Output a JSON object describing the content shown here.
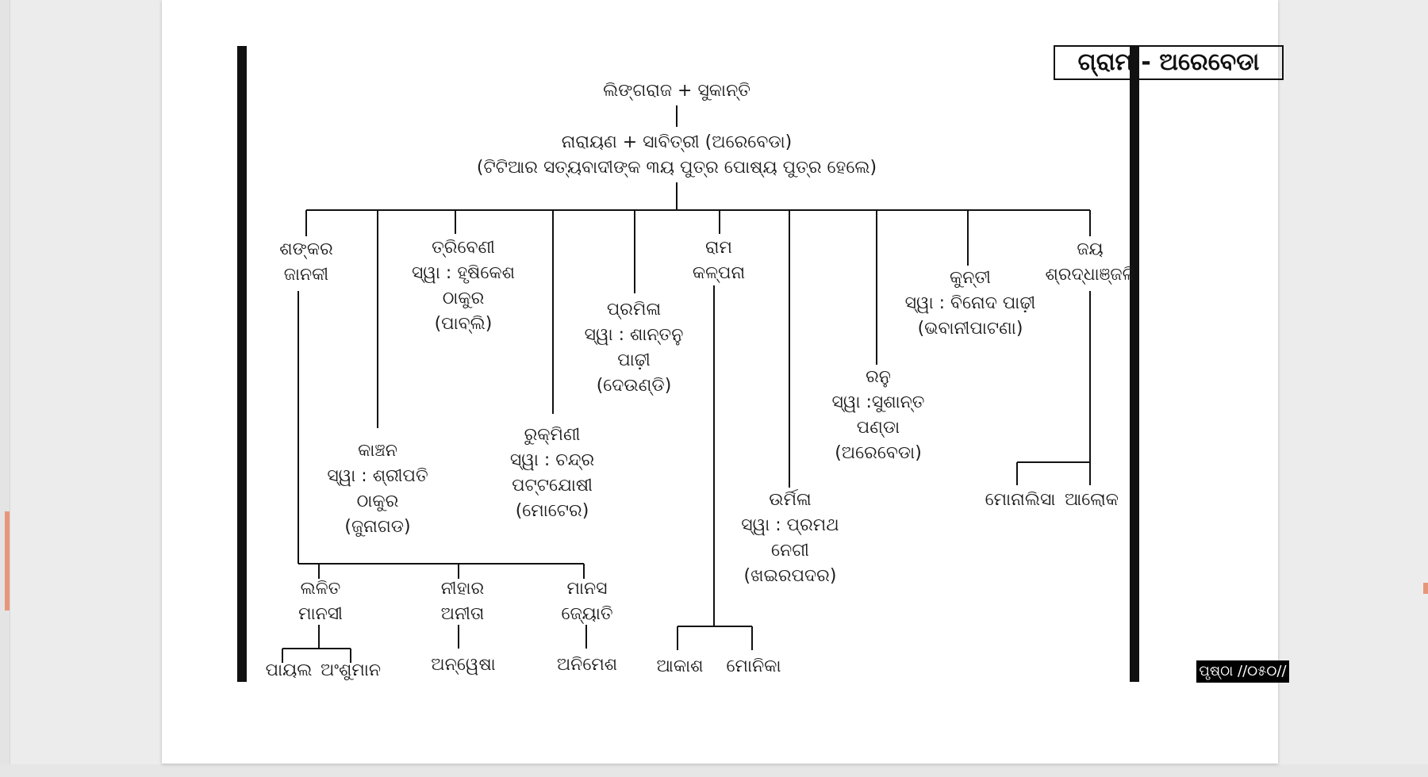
{
  "village_title": "ଗ୍ରାମ - ଅରେବେଡା",
  "page_number": "ପୃଷ୍ଠା //୦୫୦//",
  "tree": {
    "root_couple": "ଲିଙ୍ଗରାଜ + ସୁକାନ୍ତି",
    "second_couple": {
      "line1": "ନାରାୟଣ + ସାବିତ୍ରୀ (ଅରେବେଡା)",
      "line2": "(ଟିଟିଆର ସତ୍ୟବାଦୀଙ୍କ ୩ୟ ପୁତ୍ର ପୋଷ୍ୟ ପୁତ୍ର ହେଲେ)"
    },
    "children": [
      {
        "id": "shankar",
        "text": "ଶଙ୍କର\nଜାନକୀ"
      },
      {
        "id": "kanchan",
        "text": "କାଞ୍ଚନ\nସ୍ୱା : ଶ୍ରୀପତି\nଠାକୁର\n(ଜୁନାଗଡ)"
      },
      {
        "id": "tribeni",
        "text": "ତ୍ରିବେଣୀ\nସ୍ୱା : ହୃଷିକେଶ\nଠାକୁର\n(ପାବ୍ଲି)"
      },
      {
        "id": "rukmini",
        "text": "ରୁକ୍ମିଣୀ\nସ୍ୱା : ଚନ୍ଦ୍ର\nପଟ୍ଟଯୋଷୀ\n(ମୋଟେର)"
      },
      {
        "id": "pramila",
        "text": "ପ୍ରମିଳା\nସ୍ୱା : ଶାନ୍ତନୁ\nପାଢ଼ୀ\n(ଦେଉଣ୍ଡି)"
      },
      {
        "id": "ram",
        "text": "ରାମ\nକଳ୍ପନା"
      },
      {
        "id": "urmila",
        "text": "ଉର୍ମିଳା\nସ୍ୱା : ପ୍ରମଥ\nନେଗୀ\n(ଖଇରପଦର)"
      },
      {
        "id": "ranu",
        "text": "ରନୁ\nସ୍ୱା :ସୁଶାନ୍ତ\nପଣ୍ଡା\n(ଅରେବେଡା)"
      },
      {
        "id": "kunti",
        "text": "କୁନ୍ତୀ\nସ୍ୱା : ବିନୋଦ ପାଢ଼ୀ\n(ଭବାନୀପାଟଣା)"
      },
      {
        "id": "jay",
        "text": "ଜୟ\nଶ୍ରଦ୍ଧାଞ୍ଜଳି"
      }
    ],
    "shankar_children": [
      {
        "id": "lalit",
        "text": "ଲଳିତ\nମାନସୀ"
      },
      {
        "id": "nihar",
        "text": "ନୀହାର\nଅନୀତା"
      },
      {
        "id": "manas",
        "text": "ମାନସ\nଜ୍ୟୋତି"
      }
    ],
    "grandchildren": {
      "lalit": [
        "ପାୟଲ",
        "ଅଂଶୁମାନ"
      ],
      "nihar": [
        "ଅନ୍ୱେଷା"
      ],
      "manas": [
        "ଅନିମେଶ"
      ],
      "ram": [
        "ଆକାଶ",
        "ମୋନିକା"
      ],
      "jay": [
        "ମୋନାଲିସା",
        "ଆଲୋକ"
      ]
    }
  }
}
